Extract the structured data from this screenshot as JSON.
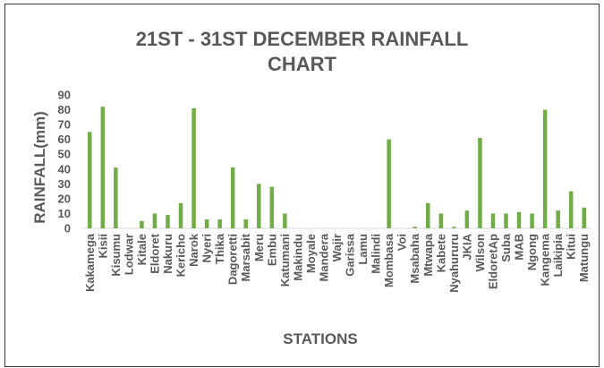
{
  "chart_data": {
    "type": "bar",
    "title_lines": [
      "21ST - 31ST DECEMBER RAINFALL",
      "CHART"
    ],
    "xlabel": "STATIONS",
    "ylabel": "RAINFALL(mm)",
    "ylim": [
      0,
      90
    ],
    "yticks": [
      0,
      10,
      20,
      30,
      40,
      50,
      60,
      70,
      80,
      90
    ],
    "grid": false,
    "legend": "none",
    "bar_color": "#70AD47",
    "categories": [
      "Kakamega",
      "Kisii",
      "Kisumu",
      "Lodwar",
      "Kitale",
      "Eldoret",
      "Nakuru",
      "Kericho",
      "Narok",
      "Nyeri",
      "Thika",
      "Dagoretti",
      "Marsabit",
      "Meru",
      "Embu",
      "Katumani",
      "Makindu",
      "Moyale",
      "Mandera",
      "Wajir",
      "Garissa",
      "Lamu",
      "Malindi",
      "Mombasa",
      "Voi",
      "Msabaha",
      "Mtwapa",
      "Kabete",
      "Nyahururu",
      "JKIA",
      "Wilson",
      "EldoretAp",
      "Suba",
      "MAB",
      "Ngong",
      "Kangema",
      "Laikipia",
      "Kitui",
      "Matungu"
    ],
    "values": [
      65,
      82,
      41,
      0,
      5,
      10,
      9,
      17,
      81,
      6,
      6,
      41,
      6,
      30,
      28,
      10,
      0,
      0,
      0,
      0,
      0,
      0,
      0,
      60,
      0,
      1,
      17,
      10,
      1,
      12,
      61,
      10,
      10,
      11,
      10,
      80,
      12,
      25,
      14
    ]
  }
}
